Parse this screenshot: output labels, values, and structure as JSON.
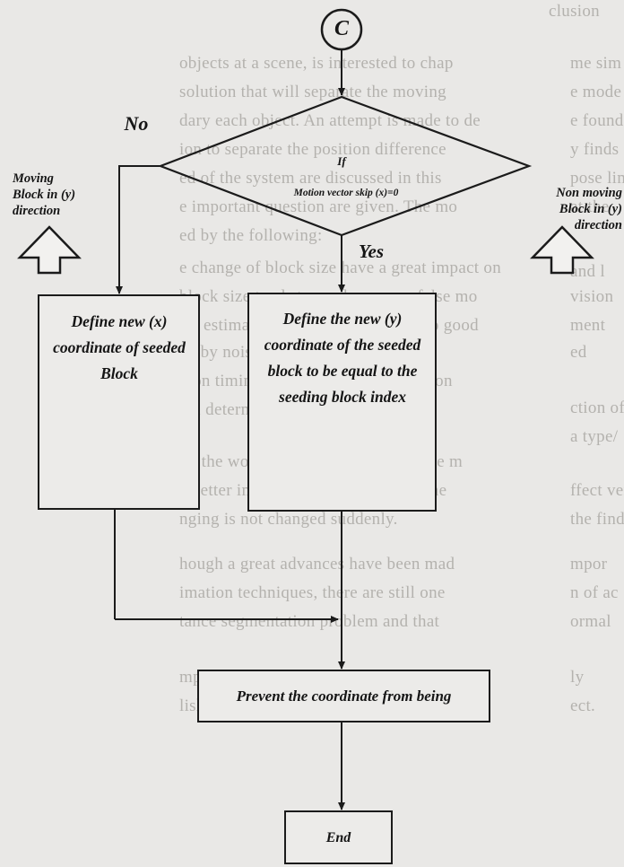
{
  "background_text": {
    "top_right_heading": "clusion",
    "lines": [
      "objects at a scene, is interested to chap",
      "solution that will separate the moving",
      "dary each object. An attempt is made to de",
      "ion to separate the position difference",
      "ed of the system are discussed in this",
      "e important question are given. The mo",
      "ed by the following:",
      "e change of block size have a great impact on",
      "block size tends to produce more false mo",
      "lse estimation to avoid which lead to good",
      "ed by noise effect and background",
      "mon timing only moving object region",
      "ual determination that is often exist",
      "ng the work, we have noticed that the m",
      "a better image segmentation when the",
      "nging is not changed suddenly.",
      "hough a great advances have been mad",
      "imation techniques, there are still one",
      "tance segmentation problem and that",
      "mputer vision system often depends",
      "lish or localize a moving object in on im"
    ],
    "right_column": [
      "me sim",
      "e mode",
      "e found",
      "y finds",
      "pose lim",
      "at the",
      "and l",
      "vision",
      "ment",
      "ed",
      "ction of",
      "a type/",
      "ffect ver",
      "the find",
      "mpor",
      "n of ac",
      "ormal",
      "ly",
      "ect."
    ]
  },
  "flowchart": {
    "connector": "C",
    "decision": {
      "line1": "If",
      "line2": "Motion vector skip (x)=0"
    },
    "no_label": "No",
    "yes_label": "Yes",
    "left_side_label": "Moving Block in (y) direction",
    "right_side_label": "Non moving Block in (y) direction",
    "left_box": "Define new (x) coordinate of seeded Block",
    "right_box": "Define the new (y) coordinate of the seeded block to be equal to the seeding block index",
    "bottom_box": "Prevent the coordinate from being",
    "end": "End"
  }
}
